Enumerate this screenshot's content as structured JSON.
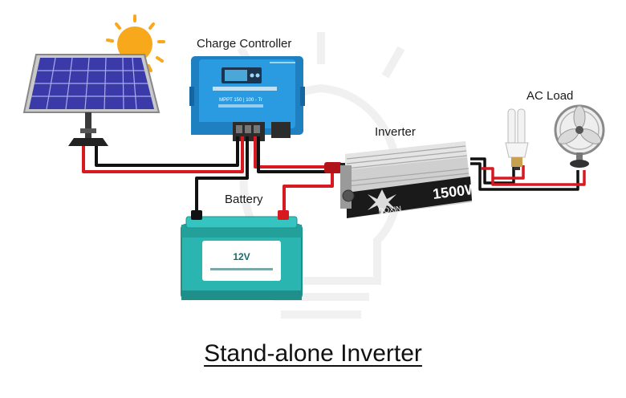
{
  "labels": {
    "charge_controller": "Charge Controller",
    "inverter": "Inverter",
    "ac_load": "AC Load",
    "battery": "Battery"
  },
  "battery_voltage": "12V",
  "controller_model": "MPPT 150 | 100 - Tr",
  "inverter_brand": "DOXIN",
  "inverter_rating": "1500W",
  "title": "Stand-alone Inverter",
  "colors": {
    "positive_wire": "#d71920",
    "negative_wire": "#111111",
    "controller_body": "#2196d9",
    "battery_body": "#2bb5b0",
    "solar_panel": "#3a3aa8",
    "sun": "#f7a81b"
  }
}
